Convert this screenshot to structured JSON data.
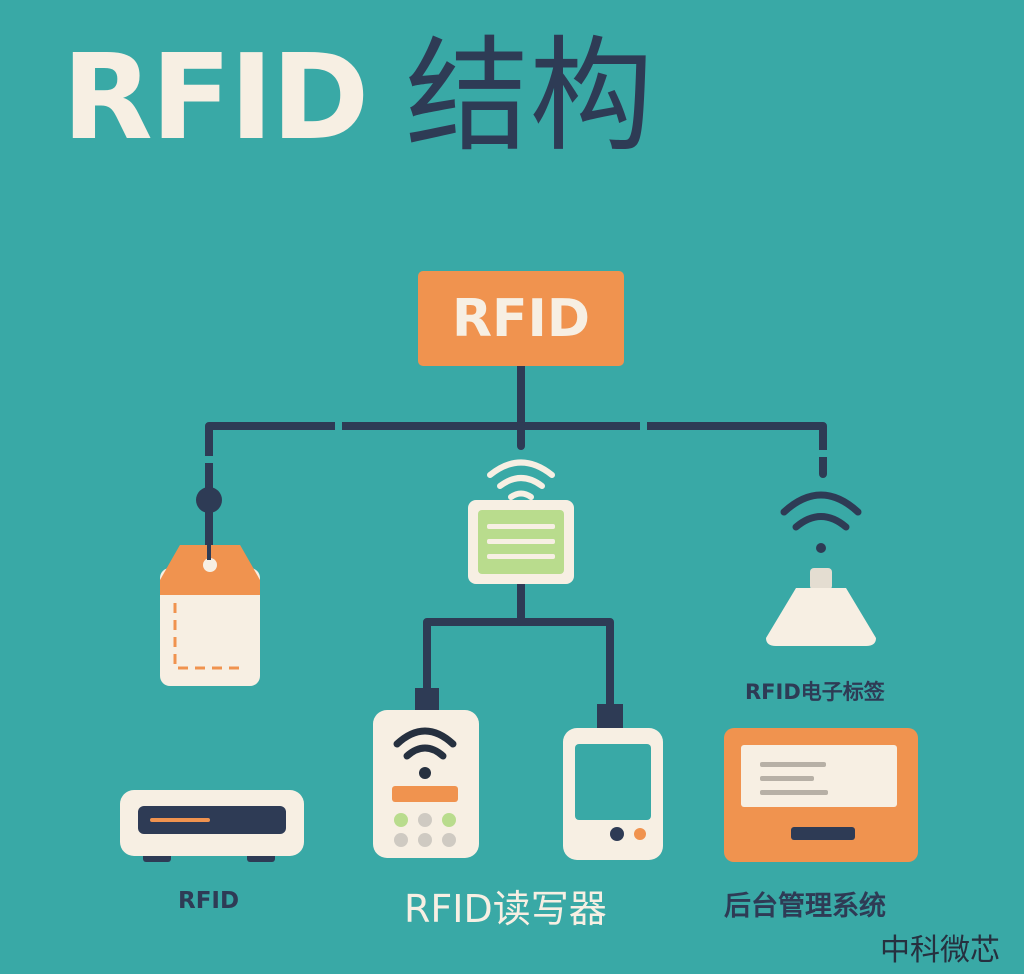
{
  "title": {
    "latin": "RFID",
    "cjk": "结构"
  },
  "root": {
    "label": "RFID"
  },
  "labels": {
    "tag": "RFID电子标签",
    "rfid_device": "RFID",
    "reader": "RFID读写器",
    "backend": "后台管理系统"
  },
  "watermark": "中科微芯",
  "colors": {
    "background": "#39a9a6",
    "orange": "#f0934f",
    "cream": "#f7efe3",
    "navy": "#2e3b55",
    "green": "#b9dc8d"
  }
}
